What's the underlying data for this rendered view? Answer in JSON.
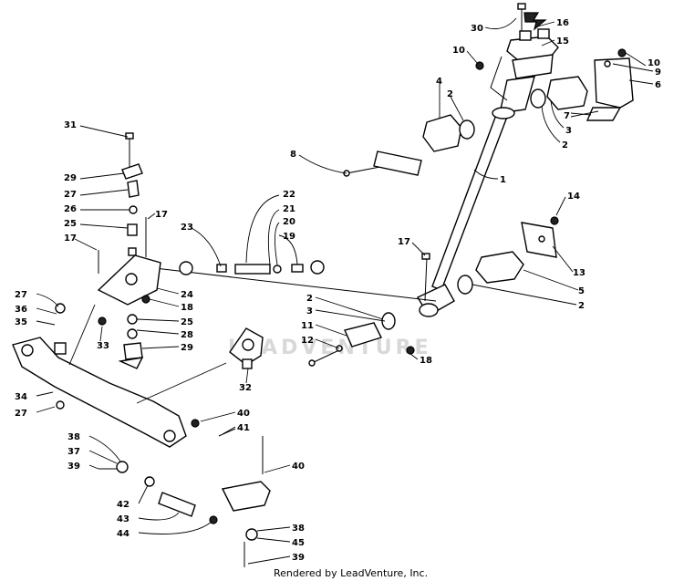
{
  "footer_text": "Rendered by LeadVenture, Inc.",
  "watermark_text": "LEADVENTURE",
  "callouts": [
    {
      "text": "30"
    },
    {
      "text": "16"
    },
    {
      "text": "15"
    },
    {
      "text": "10"
    },
    {
      "text": "10"
    },
    {
      "text": "9"
    },
    {
      "text": "6"
    },
    {
      "text": "4"
    },
    {
      "text": "2"
    },
    {
      "text": "7"
    },
    {
      "text": "3"
    },
    {
      "text": "2"
    },
    {
      "text": "8"
    },
    {
      "text": "1"
    },
    {
      "text": "31"
    },
    {
      "text": "29"
    },
    {
      "text": "27"
    },
    {
      "text": "26"
    },
    {
      "text": "25"
    },
    {
      "text": "17"
    },
    {
      "text": "17"
    },
    {
      "text": "23"
    },
    {
      "text": "22"
    },
    {
      "text": "21"
    },
    {
      "text": "20"
    },
    {
      "text": "19"
    },
    {
      "text": "14"
    },
    {
      "text": "17"
    },
    {
      "text": "13"
    },
    {
      "text": "5"
    },
    {
      "text": "2"
    },
    {
      "text": "2"
    },
    {
      "text": "3"
    },
    {
      "text": "11"
    },
    {
      "text": "12"
    },
    {
      "text": "18"
    },
    {
      "text": "24"
    },
    {
      "text": "18"
    },
    {
      "text": "25"
    },
    {
      "text": "28"
    },
    {
      "text": "29"
    },
    {
      "text": "27"
    },
    {
      "text": "36"
    },
    {
      "text": "35"
    },
    {
      "text": "33"
    },
    {
      "text": "32"
    },
    {
      "text": "34"
    },
    {
      "text": "27"
    },
    {
      "text": "40"
    },
    {
      "text": "41"
    },
    {
      "text": "38"
    },
    {
      "text": "37"
    },
    {
      "text": "39"
    },
    {
      "text": "40"
    },
    {
      "text": "42"
    },
    {
      "text": "43"
    },
    {
      "text": "44"
    },
    {
      "text": "38"
    },
    {
      "text": "45"
    },
    {
      "text": "39"
    }
  ]
}
